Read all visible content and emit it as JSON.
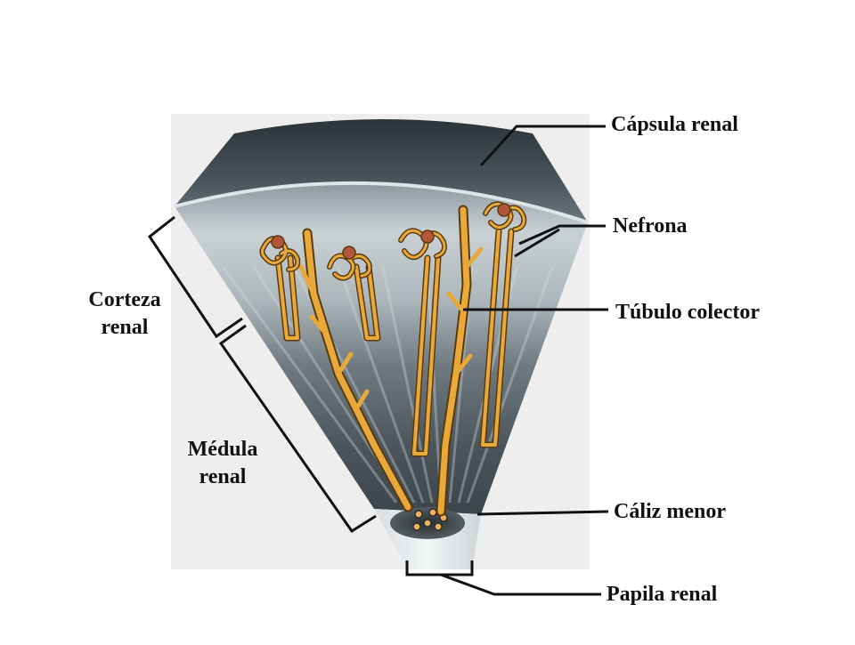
{
  "labels": {
    "capsula_renal": "Cápsula renal",
    "nefrona": "Nefrona",
    "tubulo_colector": "Túbulo colector",
    "caliz_menor": "Cáliz menor",
    "papila_renal": "Papila renal",
    "corteza_renal": [
      "Corteza",
      "renal"
    ],
    "medula_renal": [
      "Médula",
      "renal"
    ]
  },
  "colors": {
    "capsule": "#3f4a50",
    "cortex": "#c4ccd0",
    "medulla": "#5b676d",
    "tubule": "#e8a93a",
    "glomerulus": "#b4563a",
    "leader_line": "#111111"
  }
}
